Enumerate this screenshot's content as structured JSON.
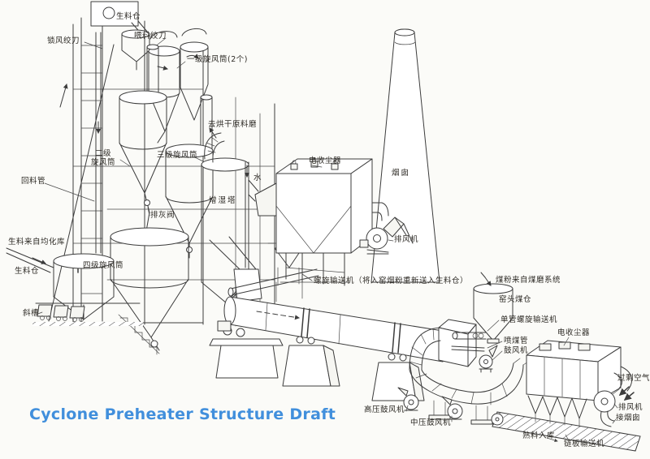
{
  "title": {
    "text": "Cyclone Preheater Structure Draft"
  },
  "colors": {
    "title": "#418fdc",
    "line": "#3c3c3c",
    "paper": "#fbfbf8"
  },
  "labels": {
    "lock_air_screw": "锁风绞刀",
    "raw_meal_bin_top": "生料仓",
    "feed_screw": "喂料绞刀",
    "stage1_cyclone": "一级旋风筒(2个)",
    "stage2_cyclone": "二级\n旋风筒",
    "stage3_cyclone": "三级旋风筒",
    "to_drying_mill": "去烘干原料磨",
    "esp_left": "电收尘器",
    "chimney": "烟囱",
    "water": "水",
    "humidifying_tower": "增湿塔",
    "return_pipe": "回料管",
    "ash_valve": "排灰阀",
    "exhaust_fan_left": "排风机",
    "raw_meal_from_homo": "生料来自均化库",
    "raw_meal_silo": "生料仓",
    "stage4_cyclone": "四级旋风筒",
    "chute": "斜槽",
    "screw_conveyor_note": "螺旋输送机（将入窑烟粉重新送入生料仓）",
    "coal_from_mill": "煤粉来自煤磨系统",
    "kiln_head_coal_bin": "窑头煤仓",
    "single_tube_screw": "单管螺旋输送机",
    "coal_pipe": "喷煤管",
    "blower": "鼓风机",
    "esp_right": "电收尘器",
    "excess_air": "过剩空气",
    "exhaust_fan_right": "排风机",
    "to_chimney": "接烟囱",
    "high_pressure_blower": "高压鼓风机",
    "mid_pressure_blower": "中压鼓风机",
    "clinker_to_storage": "熟料入库",
    "chain_conveyor": "链板输送机"
  }
}
